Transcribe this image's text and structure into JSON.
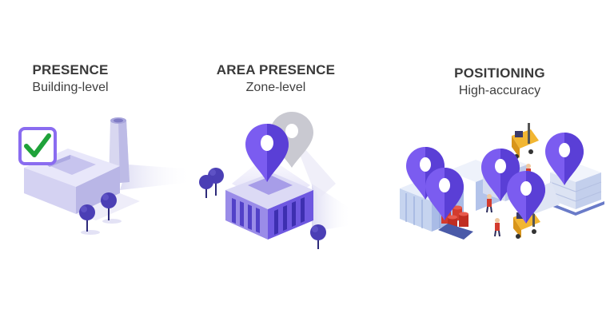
{
  "panels": [
    {
      "title": "PRESENCE",
      "subtitle": "Building-level"
    },
    {
      "title": "AREA PRESENCE",
      "subtitle": "Zone-level"
    },
    {
      "title": "POSITIONING",
      "subtitle": "High-accuracy"
    }
  ],
  "icons": {
    "panel1": [
      "check-badge-icon",
      "factory-icon",
      "tree-icon"
    ],
    "panel2": [
      "location-pin-icon",
      "building-icon",
      "tree-icon"
    ],
    "panel3": [
      "location-pin-icon",
      "warehouse-icon",
      "forklift-icon",
      "barrel-icon",
      "pallet-icon",
      "worker-icon"
    ]
  },
  "colors": {
    "accent_purple": "#7b5cf0",
    "light_purple": "#c9c6ef",
    "check_green": "#1fa23a",
    "text": "#3a3a3a"
  }
}
